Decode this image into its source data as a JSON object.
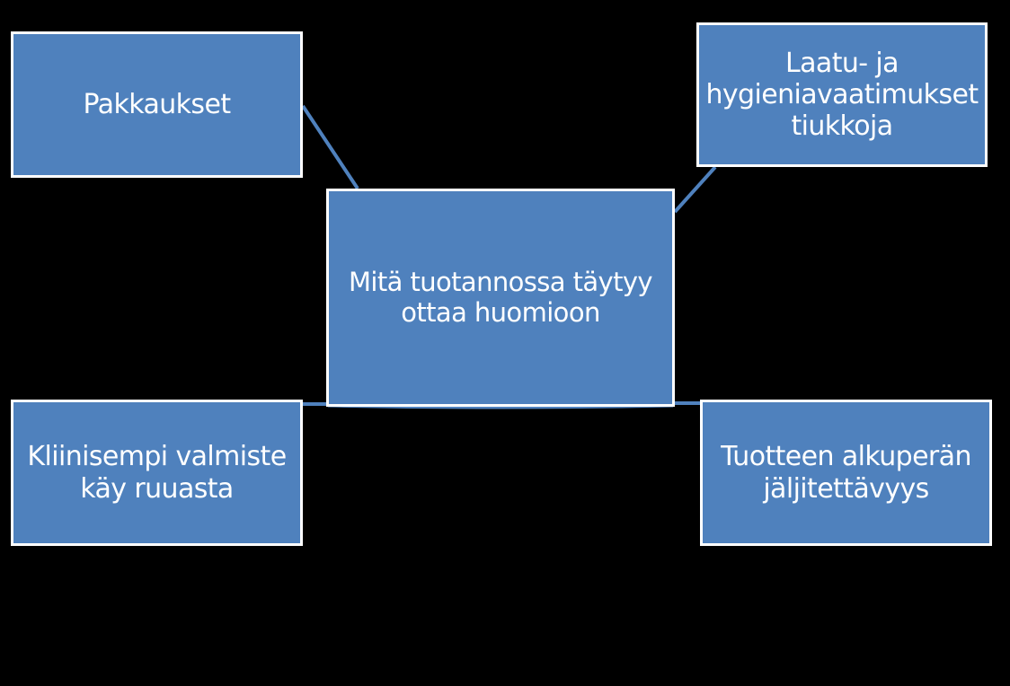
{
  "diagram": {
    "center": "Mitä tuotannossa täytyy\nottaa huomioon",
    "nodes": {
      "top_left": "Pakkaukset",
      "top_right": "Laatu- ja\nhygieniavaatimukset\ntiukkoja",
      "bottom_left": "Kliinisempi valmiste\nkäy ruuasta",
      "bottom_right": "Tuotteen  alkuperän\njäljitettävyys"
    }
  },
  "colors": {
    "node_fill": "#4f81bd",
    "node_border": "#ffffff",
    "connector": "#4f81bd",
    "background": "#000000"
  }
}
